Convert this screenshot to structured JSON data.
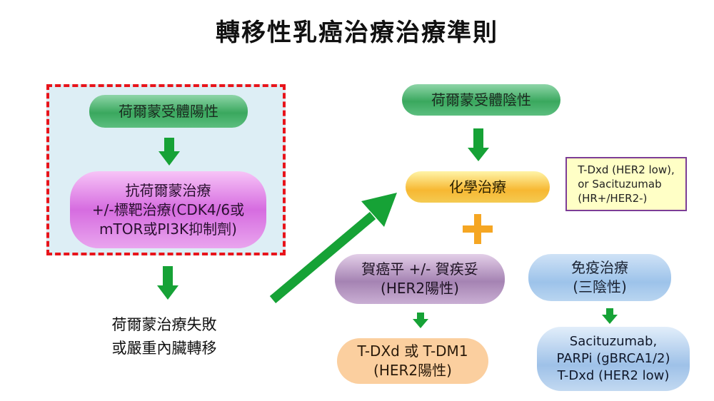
{
  "title": "轉移性乳癌治療治療準則",
  "nodes": {
    "hr_positive": "荷爾蒙受體陽性",
    "anti_hormone": "抗荷爾蒙治療\n+/-標靶治療(CDK4/6或\nmTOR或PI3K抑制劑)",
    "hormone_failure": "荷爾蒙治療失敗\n或嚴重內臟轉移",
    "hr_negative": "荷爾蒙受體陰性",
    "chemo": "化學治療",
    "note": "T-Dxd (HER2 low),\nor Sacituzumab\n(HR+/HER2-)",
    "herceptin": "賀癌平 +/- 賀疾妥\n(HER2陽性)",
    "tdxd": "T-DXd 或 T-DM1\n(HER2陽性)",
    "immuno": "免疫治療\n(三陰性)",
    "triple_neg_options": "Sacituzumab,\nPARPi (gBRCA1/2)\nT-Dxd (HER2 low)"
  },
  "colors": {
    "arrow_green": "#16a236",
    "dashed_border": "#e8141b",
    "plus_orange": "#f5a623"
  }
}
